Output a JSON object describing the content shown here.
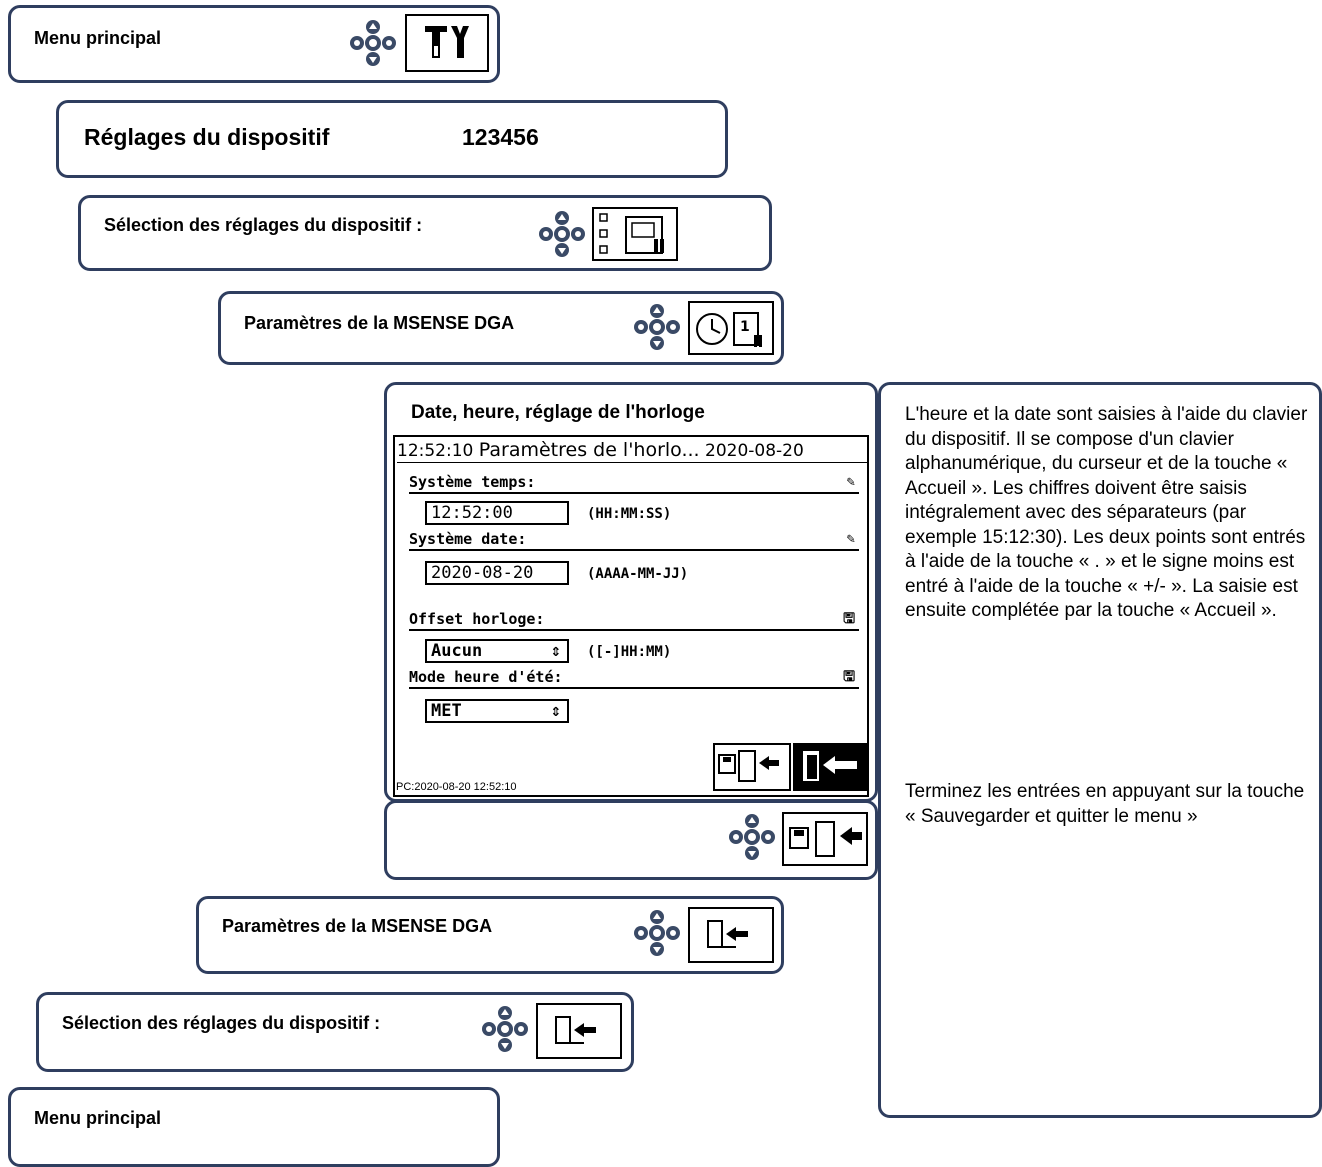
{
  "steps": {
    "main_menu_top": "Menu principal",
    "device_settings": "Réglages du dispositif",
    "device_settings_code": "123456",
    "settings_selection": "Sélection des réglages du dispositif :",
    "msense_params": "Paramètres de la MSENSE DGA",
    "datetime_title": "Date, heure, réglage de l'horloge",
    "msense_params_back": "Paramètres de la MSENSE DGA",
    "settings_selection_back": "Sélection des réglages du dispositif :",
    "main_menu_bottom": "Menu principal"
  },
  "screen": {
    "title_time": "12:52:10",
    "title_text": "Paramètres de l'horlo...",
    "title_date": "2020-08-20",
    "system_time_label": "Système temps:",
    "system_time_value": "12:52:00",
    "system_time_hint": "(HH:MM:SS)",
    "system_date_label": "Système date:",
    "system_date_value": "2020-08-20",
    "system_date_hint": "(AAAA-MM-JJ)",
    "clock_offset_label": "Offset horloge:",
    "clock_offset_value": "Aucun",
    "clock_offset_hint": "([-]HH:MM)",
    "dst_label": "Mode heure d'été:",
    "dst_value": "MET",
    "pc_timestamp": "PC:2020-08-20 12:52:10"
  },
  "help": {
    "paragraph1": "L'heure et la date sont saisies à l'aide du clavier du dispositif. Il se compose d'un clavier alphanumérique, du curseur et de la touche « Accueil ». Les chiffres doivent être saisis intégralement avec des séparateurs (par exemple 15:12:30). Les deux points sont entrés à l'aide de la touche « . » et le signe moins est entré à l'aide de la touche « +/- ». La saisie est ensuite complétée par la touche « Accueil ».",
    "paragraph2": "Terminez les entrées en appuyant sur la touche « Sauvegarder et quitter le menu »"
  },
  "icons": {
    "nav": "navigation-pad-icon",
    "tools": "tools-icon",
    "settings_list": "settings-list-icon",
    "clock_settings": "clock-settings-icon",
    "save_exit": "save-and-exit-icon",
    "exit": "exit-door-icon",
    "edit": "pencil-icon",
    "save": "floppy-icon"
  },
  "colors": {
    "frame": "#2f3e5f",
    "navpad": "#3a4a66"
  }
}
